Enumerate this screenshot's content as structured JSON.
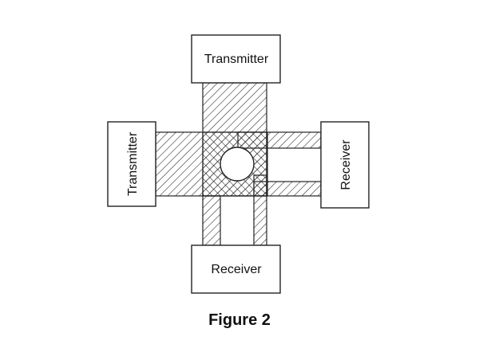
{
  "diagram": {
    "top_transmitter": "Transmitter",
    "left_transmitter": "Transmitter",
    "right_receiver": "Receiver",
    "bottom_receiver": "Receiver"
  },
  "caption": "Figure 2"
}
